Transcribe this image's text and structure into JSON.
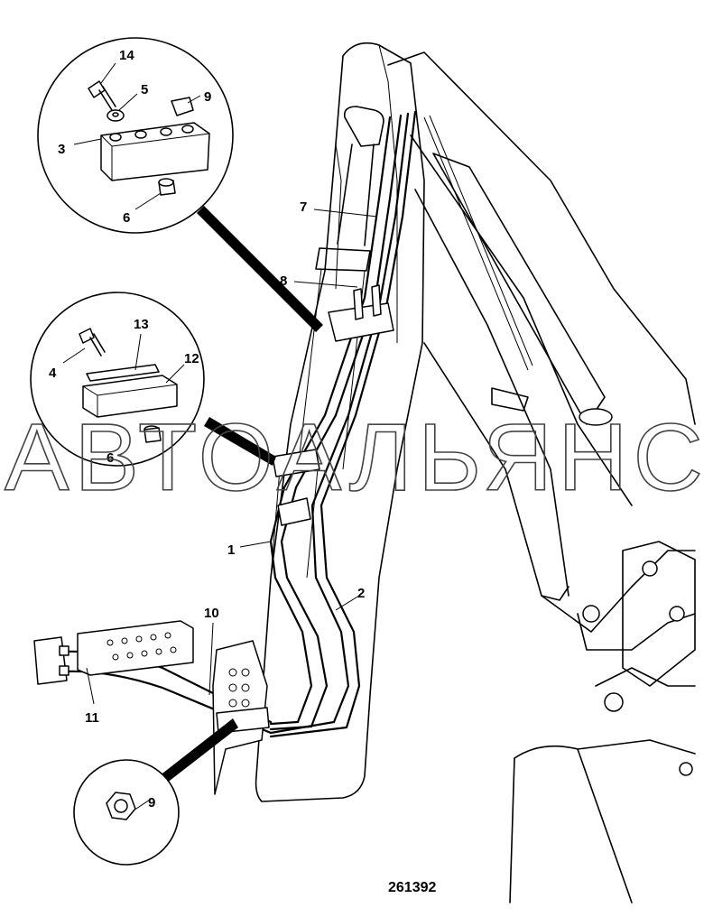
{
  "diagram": {
    "drawing_number": "261392",
    "watermark": "АВТОАЛЬЯНС",
    "callouts": [
      {
        "id": "c14",
        "text": "14"
      },
      {
        "id": "c5",
        "text": "5"
      },
      {
        "id": "c9a",
        "text": "9"
      },
      {
        "id": "c3",
        "text": "3"
      },
      {
        "id": "c6a",
        "text": "6"
      },
      {
        "id": "c7",
        "text": "7"
      },
      {
        "id": "c8",
        "text": "8"
      },
      {
        "id": "c13",
        "text": "13"
      },
      {
        "id": "c4",
        "text": "4"
      },
      {
        "id": "c12",
        "text": "12"
      },
      {
        "id": "c6b",
        "text": "6"
      },
      {
        "id": "c1",
        "text": "1"
      },
      {
        "id": "c2",
        "text": "2"
      },
      {
        "id": "c10",
        "text": "10"
      },
      {
        "id": "c11",
        "text": "11"
      },
      {
        "id": "c9b",
        "text": "9"
      }
    ]
  }
}
